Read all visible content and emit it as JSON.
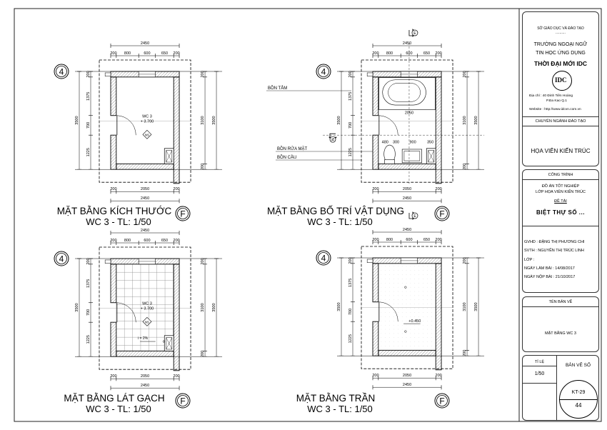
{
  "drawing": {
    "plans": [
      {
        "id": "dimension",
        "title": "MẶT BẰNG KÍCH THƯỚC",
        "subtitle": "WC 3 - TL: 1/50",
        "room_name": "WC 3",
        "room_level": "+ 3.700",
        "mark": "NS",
        "grid_row": "4",
        "grid_col": "F"
      },
      {
        "id": "furniture",
        "title": "MẶT BẰNG BỐ TRÍ VẬT DỤNG",
        "subtitle": "WC 3 - TL: 1/50",
        "grid_row": "4",
        "grid_col": "F",
        "section_marks": [
          "E",
          "N"
        ],
        "labels": [
          "BỒN TẮM",
          "BỒN RỬA MẶT",
          "BỒN CẦU"
        ],
        "inner_dims": [
          "2050",
          "480",
          "300",
          "900",
          "350"
        ]
      },
      {
        "id": "tiling",
        "title": "MẶT BẰNG LÁT GẠCH",
        "subtitle": "WC 3 - TL: 1/50",
        "room_name": "WC 3",
        "room_level": "+ 3.700",
        "mark": "NS",
        "slope": "i = 2%",
        "grid_row": "4",
        "grid_col": "F"
      },
      {
        "id": "ceiling",
        "title": "MẶT BẰNG TRẦN",
        "subtitle": "WC 3 - TL: 1/50",
        "ceiling_level": "+0.450",
        "grid_row": "4",
        "grid_col": "F"
      }
    ],
    "dims": {
      "top_chain": [
        "200",
        "800",
        "600",
        "650",
        "200"
      ],
      "top_total": "2450",
      "bottom_chain": [
        "200",
        "2050",
        "200"
      ],
      "bottom_total": "2450",
      "left_chain": [
        "200",
        "1375",
        "700",
        "1225"
      ],
      "left_total": "3500",
      "right_chain": [
        "200",
        "3100",
        "200"
      ],
      "right_total": "3500"
    }
  },
  "title_block": {
    "ministry": "SỞ GIÁO DỤC VÀ ĐÀO TẠO",
    "ministry_dots": "..........",
    "school_line1": "TRƯỜNG NGOẠI NGỮ",
    "school_line2": "TIN HỌC ỨNG DỤNG",
    "school_name": "THỜI ĐẠI MỚI IDC",
    "logo_text": "IDC",
    "address_line1": "Địa chỉ   : 40 Đinh Tiên Hoàng",
    "address_line2": "P.Đa Kao     Q.1",
    "website": "Website : http://www.idcvn.com.vn",
    "major_label": "CHUYÊN NGÀNH ĐÀO TẠO",
    "major": "HỌA VIÊN KIẾN TRÚC",
    "project_label": "CÔNG TRÌNH",
    "project_line1": "ĐỒ ÁN TỐT NGHIỆP",
    "project_line2": "LỚP HỌA VIÊN KIẾN TRÚC",
    "topic_label": "ĐỀ TÀI",
    "topic": "BIỆT THỰ SỐ ...",
    "gvhd": "GVHD   : ĐẶNG THỊ PHƯƠNG CHI",
    "svth": "SVTH    : NGUYỄN THỊ TRÚC LINH",
    "lop": "LỚP     :",
    "ngay_lam": "NGÀY LÀM BÀI   :  14/08/2017",
    "ngay_nop": "NGÀY NỘP BÀI   :  21/10/2017",
    "drawing_name_label": "TÊN BẢN VẼ",
    "drawing_name": "MẶT BẰNG WC 3",
    "scale_label": "TỈ LỆ",
    "scale": "1/50",
    "sheet_no_label": "BẢN VẼ SỐ",
    "sheet_code": "KT-29",
    "sheet_no": "44"
  }
}
